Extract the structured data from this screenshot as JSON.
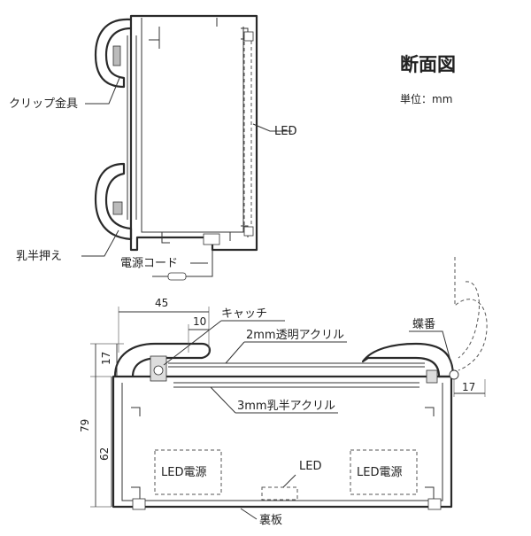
{
  "title": "断面図",
  "unit": "単位：mm",
  "top_section": {
    "labels": {
      "clip": "クリップ金具",
      "led": "LED",
      "diffuser_holder": "乳半押え",
      "power_cord": "電源コード"
    }
  },
  "bottom_section": {
    "labels": {
      "catch": "キャッチ",
      "hinge": "蝶番",
      "clear_acrylic": "2mm透明アクリル",
      "diffuser_acrylic": "3mm乳半アクリル",
      "led_power_left": "LED電源",
      "led_power_right": "LED電源",
      "led": "LED",
      "back_panel": "裏板"
    },
    "dimensions": {
      "width_45": "45",
      "width_10": "10",
      "height_17": "17",
      "height_79": "79",
      "height_62": "62",
      "side_17": "17"
    }
  }
}
